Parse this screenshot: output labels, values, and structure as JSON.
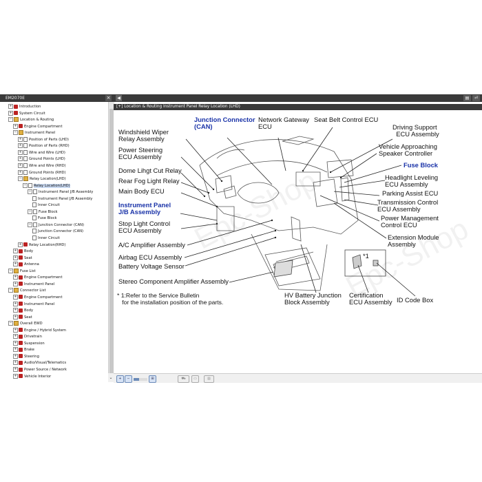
{
  "left_pane": {
    "title": "EM2070E",
    "close": "×",
    "tree": [
      {
        "label": "Introduction",
        "depth": 0,
        "exp": "+",
        "icon": "book"
      },
      {
        "label": "System Circuit",
        "depth": 0,
        "exp": "+",
        "icon": "book"
      },
      {
        "label": "Location & Routing",
        "depth": 0,
        "exp": "-",
        "icon": "folder"
      },
      {
        "label": "Engine Compartment",
        "depth": 1,
        "exp": "+",
        "icon": "book"
      },
      {
        "label": "Instrument Panel",
        "depth": 1,
        "exp": "-",
        "icon": "folder"
      },
      {
        "label": "Position of Parts (LHD)",
        "depth": 2,
        "exp": "+",
        "icon": "doc"
      },
      {
        "label": "Position of Parts (RHD)",
        "depth": 2,
        "exp": "+",
        "icon": "doc"
      },
      {
        "label": "Wire and Wire (LHD)",
        "depth": 2,
        "exp": "+",
        "icon": "doc"
      },
      {
        "label": "Ground Points (LHD)",
        "depth": 2,
        "exp": "+",
        "icon": "doc"
      },
      {
        "label": "Wire and Wire (RHD)",
        "depth": 2,
        "exp": "+",
        "icon": "doc"
      },
      {
        "label": "Ground Points (RHD)",
        "depth": 2,
        "exp": "+",
        "icon": "doc"
      },
      {
        "label": "Relay Location(LHD)",
        "depth": 2,
        "exp": "-",
        "icon": "folder"
      },
      {
        "label": "Relay Location(LHD)",
        "depth": 3,
        "exp": "-",
        "icon": "doc",
        "selected": true
      },
      {
        "label": "Instrument Panel J/B Assembly",
        "depth": 4,
        "exp": "-",
        "icon": "doc"
      },
      {
        "label": "Instrument Panel J/B Assembly",
        "depth": 5,
        "exp": "",
        "icon": "doc"
      },
      {
        "label": "Inner Circuit",
        "depth": 5,
        "exp": "",
        "icon": "doc"
      },
      {
        "label": "Fuse Block",
        "depth": 4,
        "exp": "-",
        "icon": "doc"
      },
      {
        "label": "Fuse Block",
        "depth": 5,
        "exp": "",
        "icon": "doc"
      },
      {
        "label": "Junction Connector (CAN)",
        "depth": 4,
        "exp": "-",
        "icon": "doc"
      },
      {
        "label": "Junction Connector (CAN)",
        "depth": 5,
        "exp": "",
        "icon": "doc"
      },
      {
        "label": "Inner Circuit",
        "depth": 5,
        "exp": "",
        "icon": "doc"
      },
      {
        "label": "Relay Location(RHD)",
        "depth": 2,
        "exp": "+",
        "icon": "book"
      },
      {
        "label": "Body",
        "depth": 1,
        "exp": "+",
        "icon": "book"
      },
      {
        "label": "Seat",
        "depth": 1,
        "exp": "+",
        "icon": "book"
      },
      {
        "label": "Antenna",
        "depth": 1,
        "exp": "+",
        "icon": "book"
      },
      {
        "label": "Fuse List",
        "depth": 0,
        "exp": "-",
        "icon": "folder"
      },
      {
        "label": "Engine Compartment",
        "depth": 1,
        "exp": "+",
        "icon": "book"
      },
      {
        "label": "Instrument Panel",
        "depth": 1,
        "exp": "+",
        "icon": "book"
      },
      {
        "label": "Connector List",
        "depth": 0,
        "exp": "-",
        "icon": "folder"
      },
      {
        "label": "Engine Compartment",
        "depth": 1,
        "exp": "+",
        "icon": "book"
      },
      {
        "label": "Instrument Panel",
        "depth": 1,
        "exp": "+",
        "icon": "book"
      },
      {
        "label": "Body",
        "depth": 1,
        "exp": "+",
        "icon": "book"
      },
      {
        "label": "Seat",
        "depth": 1,
        "exp": "+",
        "icon": "book"
      },
      {
        "label": "Overall EWD",
        "depth": 0,
        "exp": "-",
        "icon": "folder"
      },
      {
        "label": "Engine / Hybrid System",
        "depth": 1,
        "exp": "+",
        "icon": "book"
      },
      {
        "label": "Drivetrain",
        "depth": 1,
        "exp": "+",
        "icon": "book"
      },
      {
        "label": "Suspension",
        "depth": 1,
        "exp": "+",
        "icon": "book"
      },
      {
        "label": "Brake",
        "depth": 1,
        "exp": "+",
        "icon": "book"
      },
      {
        "label": "Steering",
        "depth": 1,
        "exp": "+",
        "icon": "book"
      },
      {
        "label": "Audio/Visual/Telematics",
        "depth": 1,
        "exp": "+",
        "icon": "book"
      },
      {
        "label": "Power Source / Network",
        "depth": 1,
        "exp": "+",
        "icon": "book"
      },
      {
        "label": "Vehicle Interior",
        "depth": 1,
        "exp": "+",
        "icon": "book"
      }
    ]
  },
  "toolbar": {
    "back": "◀",
    "print": "▤",
    "exit": "⏎"
  },
  "breadcrumb": "[+] Location & Routing  Instrument Panel  Relay Location (LHD)",
  "diagram": {
    "labels": [
      {
        "key": "junction_connector",
        "text": "Junction Connector\n(CAN)",
        "blue": true
      },
      {
        "key": "network_gateway",
        "text": "Network Gateway\nECU"
      },
      {
        "key": "seat_belt",
        "text": "Seat Belt Control ECU"
      },
      {
        "key": "driving_support",
        "text": "Driving Support\n  ECU Assembly"
      },
      {
        "key": "windshield",
        "text": "Windshield Wiper\nRelay Assembly"
      },
      {
        "key": "vehicle_approaching",
        "text": "Vehicle Approaching\nSpeaker Controller"
      },
      {
        "key": "power_steering",
        "text": "Power Steering\nECU Assembly"
      },
      {
        "key": "fuse_block",
        "text": "Fuse Block",
        "blue": true
      },
      {
        "key": "dome_light",
        "text": "Dome Lihgt Cut Relay"
      },
      {
        "key": "headlight",
        "text": "Headlight Leveling\nECU Assembly"
      },
      {
        "key": "rear_fog",
        "text": "Rear Fog Light Relay"
      },
      {
        "key": "parking_assist",
        "text": "Parking Assist ECU"
      },
      {
        "key": "main_body",
        "text": "Main Body ECU"
      },
      {
        "key": "transmission",
        "text": "Transmission Control\nECU Assembly"
      },
      {
        "key": "instrument_panel_jb",
        "text": "Instrument Panel\nJ/B Assembly",
        "blue": true
      },
      {
        "key": "power_management",
        "text": "Power Management\nControl ECU"
      },
      {
        "key": "stop_light",
        "text": "Stop Light Control\nECU Assembly"
      },
      {
        "key": "extension_module",
        "text": "Extension Module\nAssembly"
      },
      {
        "key": "ac_amplifier",
        "text": "A/C Amplifier Assembly"
      },
      {
        "key": "airbag",
        "text": "Airbag ECU Assembly"
      },
      {
        "key": "battery_voltage",
        "text": "Battery Voltage Sensor"
      },
      {
        "key": "stereo",
        "text": "Stereo Component Amplifier Assembly"
      },
      {
        "key": "star1",
        "text": "*1"
      },
      {
        "key": "note",
        "text": "* 1:Refer to the Service Bulletin\n   for the installation position of the parts."
      },
      {
        "key": "hv_battery",
        "text": "HV Battery Junction\nBlock Assembly"
      },
      {
        "key": "certification",
        "text": "Certification\nECU Assembly"
      },
      {
        "key": "id_code",
        "text": "ID Code Box"
      }
    ],
    "watermark": "Epc-Shop"
  },
  "bottom_bar": {
    "zoom_in": "+",
    "zoom_out": "−",
    "fit": "⊞"
  }
}
